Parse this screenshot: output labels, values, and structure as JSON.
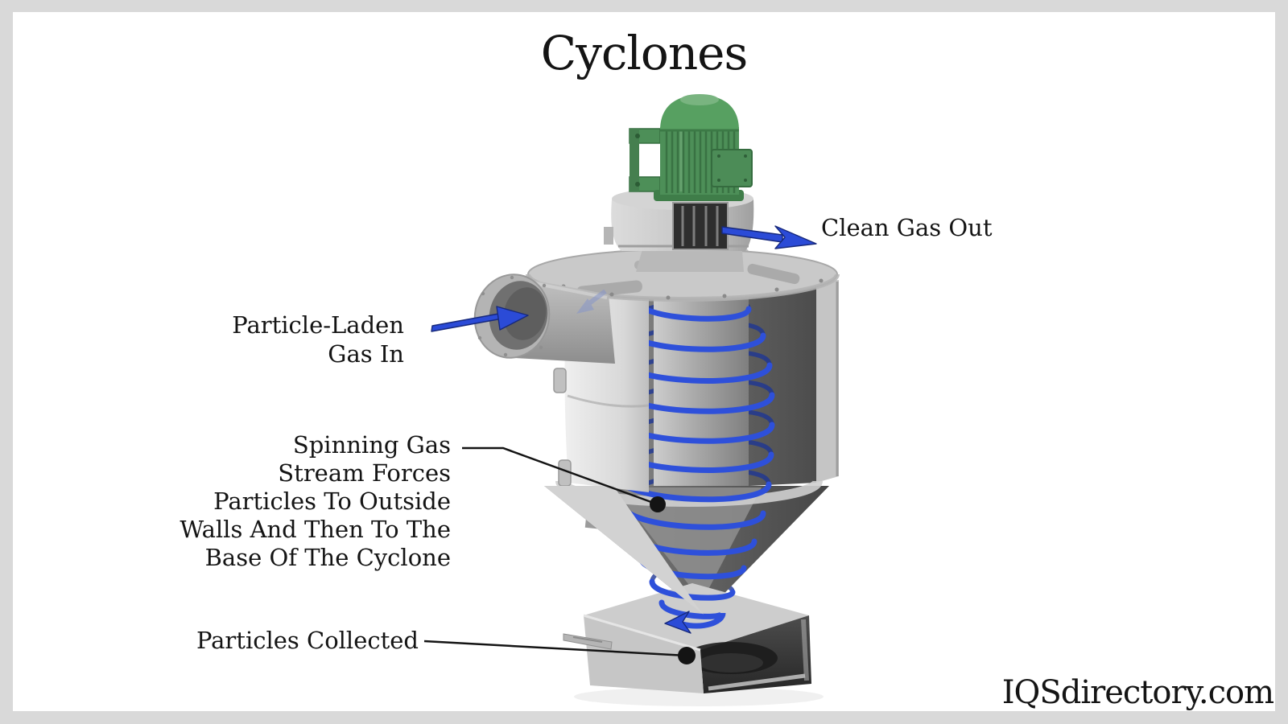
{
  "title": "Cyclones",
  "watermark": "IQSdirectory.com",
  "labels": {
    "clean_gas_out": "Clean Gas Out",
    "particle_laden_gas_in": "Particle-Laden\nGas In",
    "spinning_gas_stream": "Spinning Gas\nStream Forces\nParticles To Outside\nWalls And Then To The\nBase Of The Cyclone",
    "particles_collected": "Particles Collected"
  },
  "colors": {
    "frame_gray": "#d9d9d9",
    "canvas_white": "#ffffff",
    "text_black": "#141414",
    "arrow_blue": "#2b4bd7",
    "spiral_blue": "#2e50da",
    "spiral_blue_dark": "#1e3693",
    "motor_green": "#4d8f58",
    "leader_line_black": "#141414"
  },
  "diagram": {
    "description": "Cutaway 3D illustration of a cyclone separator: green motor and blower on top, particle-laden gas inlet pipe, blue spiral gas stream inside conical body, particle collection box at base"
  }
}
